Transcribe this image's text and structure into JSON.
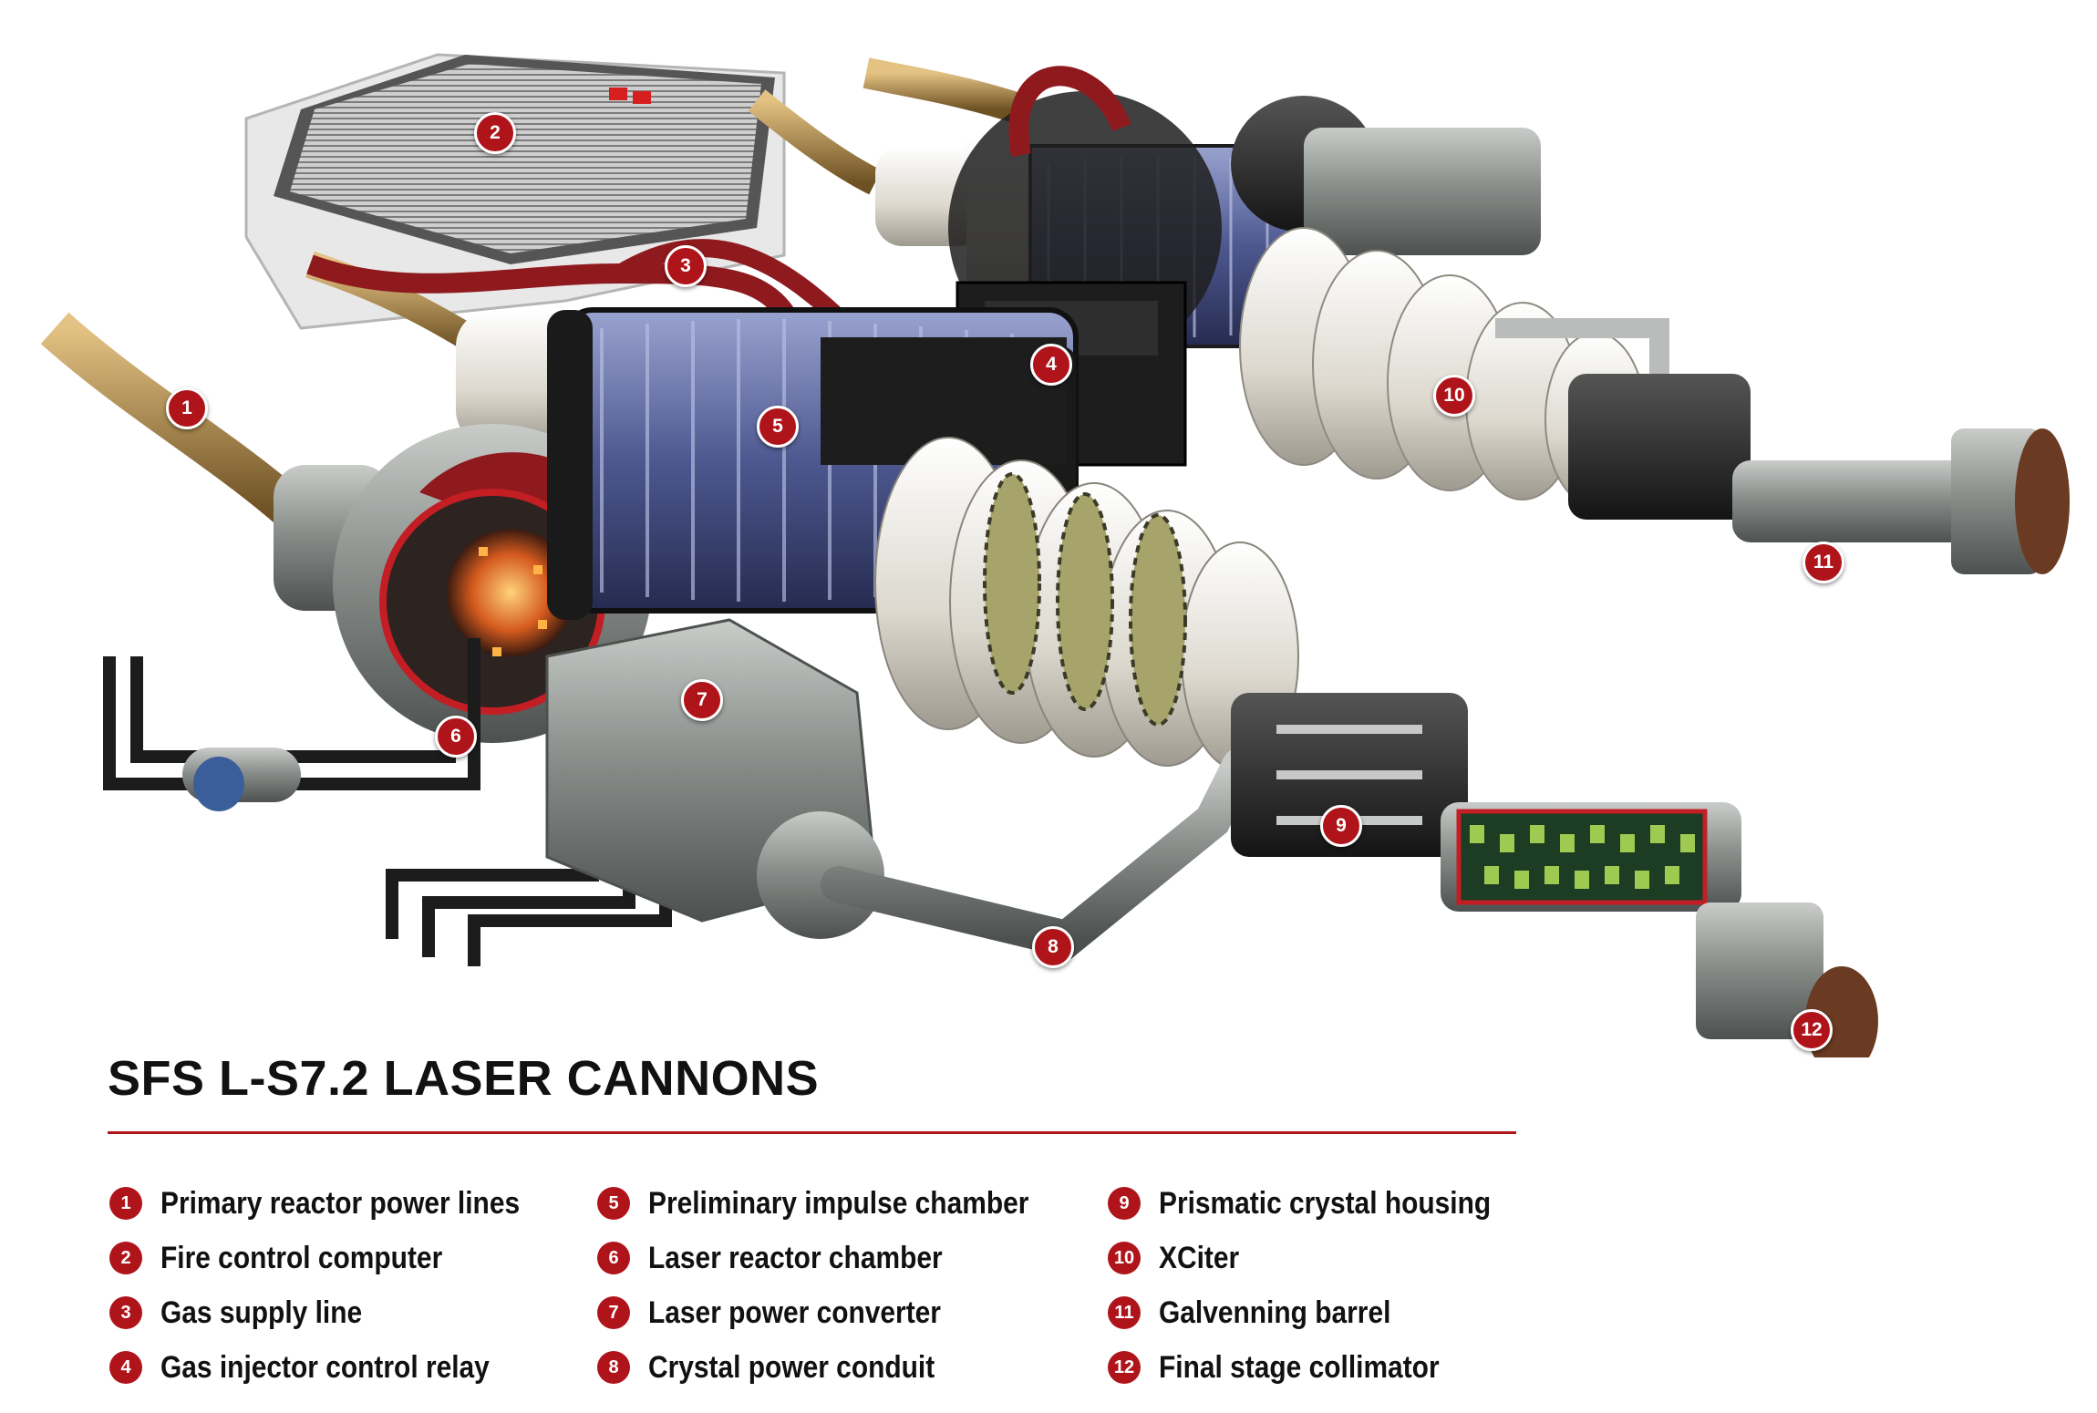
{
  "title": "SFS L-S7.2 LASER CANNONS",
  "colors": {
    "accent": "#b0141b",
    "cable_red": "#8f1a1e",
    "metal": "#8a8f8c",
    "body_dark": "#2a2a2a",
    "coil_blue": "#5e6aa0",
    "insulator": "#e6e3dc",
    "brass": "#b08a48"
  },
  "callouts": [
    "1",
    "2",
    "3",
    "4",
    "5",
    "6",
    "7",
    "8",
    "9",
    "10",
    "11",
    "12"
  ],
  "legend": [
    [
      {
        "num": "1",
        "label": "Primary reactor power lines"
      },
      {
        "num": "2",
        "label": "Fire control computer"
      },
      {
        "num": "3",
        "label": "Gas supply line"
      },
      {
        "num": "4",
        "label": "Gas injector control relay"
      }
    ],
    [
      {
        "num": "5",
        "label": "Preliminary impulse chamber"
      },
      {
        "num": "6",
        "label": "Laser reactor chamber"
      },
      {
        "num": "7",
        "label": "Laser power converter"
      },
      {
        "num": "8",
        "label": "Crystal power conduit"
      }
    ],
    [
      {
        "num": "9",
        "label": "Prismatic crystal housing"
      },
      {
        "num": "10",
        "label": "XCiter"
      },
      {
        "num": "11",
        "label": "Galvenning barrel"
      },
      {
        "num": "12",
        "label": "Final stage collimator"
      }
    ]
  ]
}
